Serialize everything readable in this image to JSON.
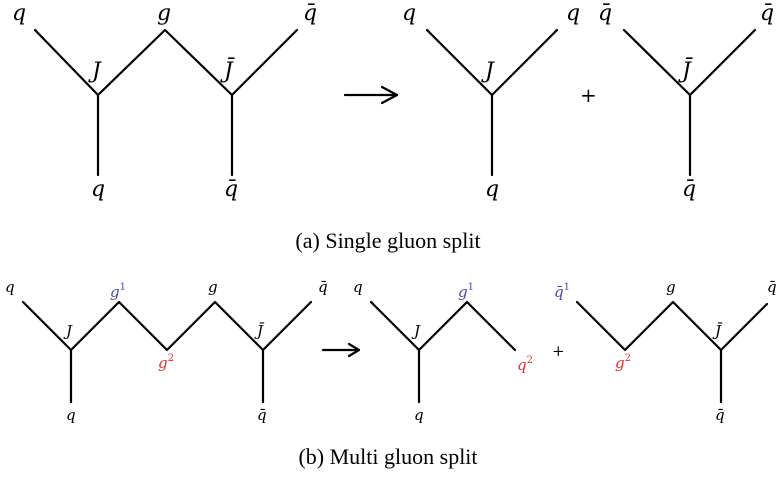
{
  "colors": {
    "black": "#000000",
    "blue": "#4a4ab0",
    "red": "#e03030"
  },
  "symbols": {
    "arrow": "→",
    "plus": "+"
  },
  "panel_a": {
    "caption": "(a) Single gluon split",
    "left": {
      "q_top": "q",
      "g_top": "g",
      "qbar_top": "q̄",
      "J": "J",
      "Jbar": "J̄",
      "q_bottom": "q",
      "qbar_bottom": "q̄"
    },
    "right_first": {
      "q_left": "q",
      "q_right": "q",
      "J": "J",
      "q_bottom": "q"
    },
    "right_second": {
      "qbar_left": "q̄",
      "qbar_right": "q̄",
      "Jbar": "J̄",
      "qbar_bottom": "q̄"
    }
  },
  "panel_b": {
    "caption": "(b) Multi gluon split",
    "left": {
      "q_top": "q",
      "g1": "g",
      "g1_sup": "1",
      "g2": "g",
      "g2_sup": "2",
      "g_top": "g",
      "qbar_top": "q̄",
      "J": "J",
      "Jbar": "J̄",
      "q_bottom": "q",
      "qbar_bottom": "q̄"
    },
    "right_first": {
      "q_top": "q",
      "g1": "g",
      "g1_sup": "1",
      "J": "J",
      "q2": "q",
      "q2_sup": "2",
      "q_bottom": "q"
    },
    "right_second": {
      "qbar1": "q̄",
      "qbar1_sup": "1",
      "g2": "g",
      "g2_sup": "2",
      "g_top": "g",
      "Jbar": "J̄",
      "qbar_right": "q̄",
      "qbar_bottom": "q̄"
    }
  }
}
